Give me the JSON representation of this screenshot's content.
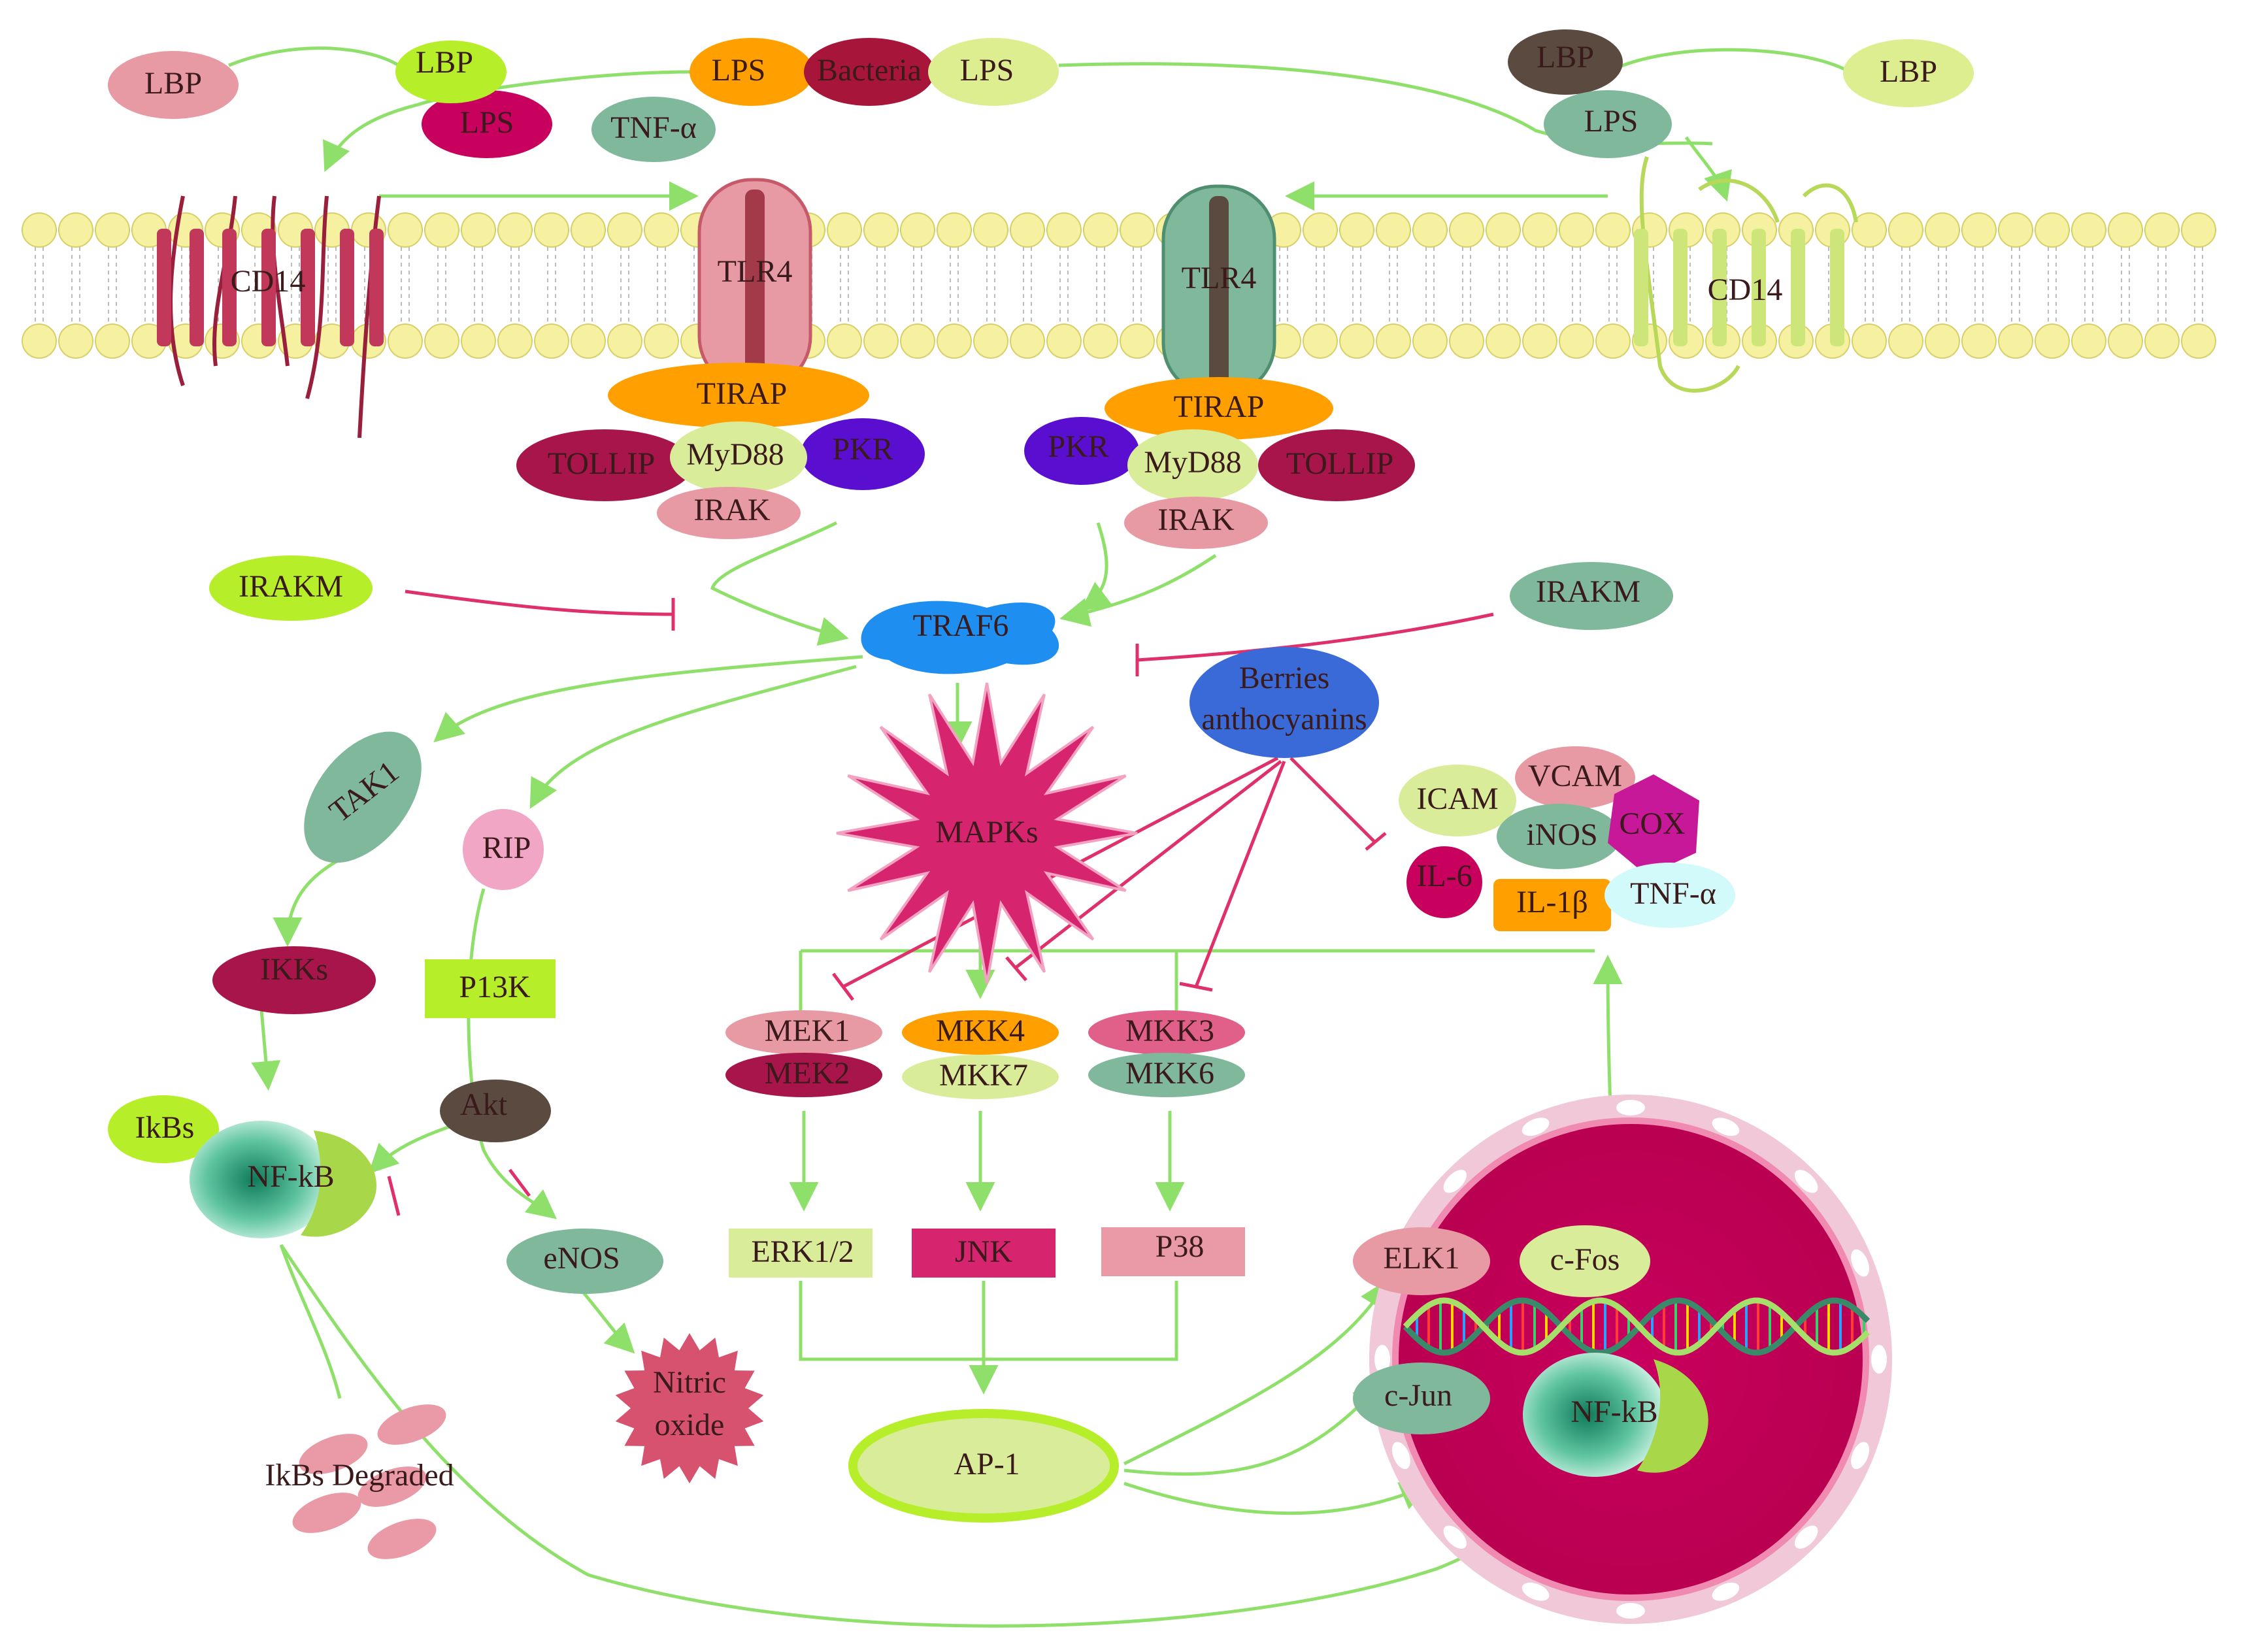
{
  "extracellular": {
    "lbp_left": "LBP",
    "lbp_bound_left": "LBP",
    "lps_bound_left": "LPS",
    "lps_center": "LPS",
    "bacteria": "Bacteria",
    "lps_right_top": "LPS",
    "tnf_alpha_top": "TNF-α",
    "lbp_right_dark": "LBP",
    "lbp_right": "LBP",
    "lps_right": "LPS"
  },
  "membrane": {
    "cd14_left": "CD14",
    "tlr4_left": "TLR4",
    "tlr4_right": "TLR4",
    "cd14_right": "CD14"
  },
  "adaptors_left": {
    "tirap": "TIRAP",
    "tollip": "TOLLIP",
    "myd88": "MyD88",
    "pkr": "PKR",
    "irak": "IRAK"
  },
  "adaptors_right": {
    "tirap": "TIRAP",
    "pkr": "PKR",
    "myd88": "MyD88",
    "tollip": "TOLLIP",
    "irak": "IRAK"
  },
  "cytoplasm": {
    "irakm_left": "IRAKM",
    "irakm_right": "IRAKM",
    "traf6": "TRAF6",
    "berries_line1": "Berries",
    "berries_line2": "anthocyanins",
    "tak1": "TAK1",
    "rip": "RIP",
    "mapks": "MAPKs",
    "ikks": "IKKs",
    "pi3k": "P13K",
    "ikbs": "IkBs",
    "nfkb": "NF-kB",
    "akt": "Akt",
    "enos": "eNOS",
    "nitric_line1": "Nitric",
    "nitric_line2": "oxide",
    "ikbs_degraded": "IkBs  Degraded",
    "mek1": "MEK1",
    "mek2": "MEK2",
    "mkk4": "MKK4",
    "mkk7": "MKK7",
    "mkk3": "MKK3",
    "mkk6": "MKK6",
    "erk": "ERK1/2",
    "jnk": "JNK",
    "p38": "P38",
    "ap1": "AP-1"
  },
  "mediators": {
    "icam": "ICAM",
    "vcam": "VCAM",
    "inos": "iNOS",
    "cox": "COX",
    "il6": "IL-6",
    "il1b": "IL-1β",
    "tnf_alpha": "TNF-α"
  },
  "nucleus": {
    "elk1": "ELK1",
    "cfos": "c-Fos",
    "cjun": "c-Jun",
    "nfkb": "NF-kB"
  },
  "colors": {
    "arrow_green": "#8fe06a",
    "inhibit_red": "#e0306a",
    "membrane_bead": "#f6f1a0",
    "nucleus_magenta": "#c4005c",
    "tlr4_left": "#e89aa4",
    "tlr4_right": "#7fb89a",
    "cd14_left": "#c2385a",
    "cd14_right": "#cde67a"
  }
}
